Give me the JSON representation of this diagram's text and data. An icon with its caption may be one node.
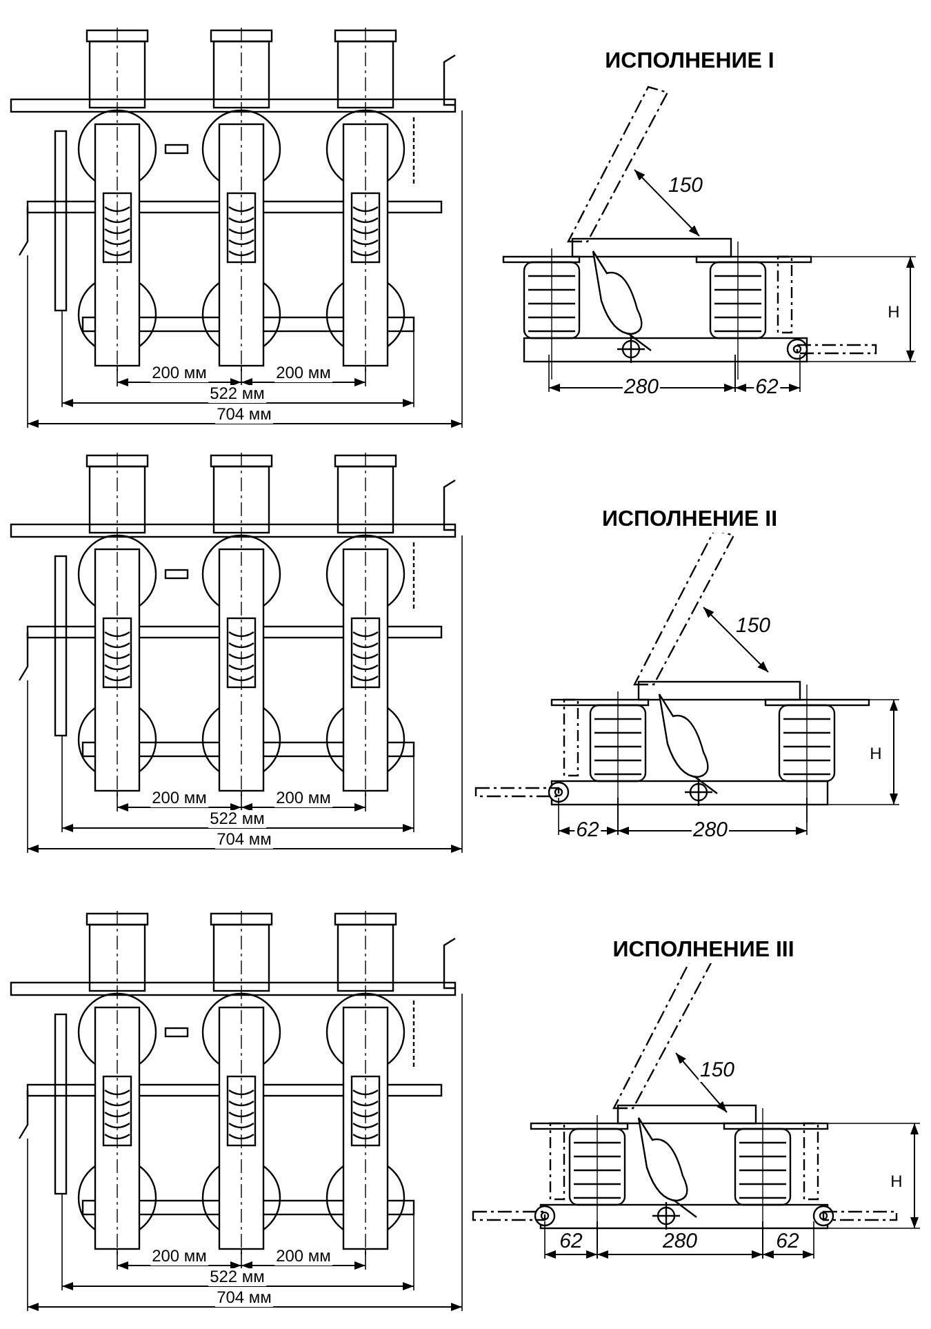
{
  "diagram": {
    "labels": [
      "ИСПОЛНЕНИЕ I",
      "150",
      "Н",
      "200 мм",
      "200 мм",
      "280",
      "62",
      "522 мм",
      "704 мм",
      "ИСПОЛНЕНИЕ II",
      "150",
      "Н",
      "200 мм",
      "200 мм",
      "62",
      "280",
      "522 мм",
      "704 мм",
      "ИСПОЛНЕНИЕ III",
      "150",
      "Н",
      "200 мм",
      "200 мм",
      "62",
      "280",
      "62",
      "522 мм",
      "704 мм"
    ]
  }
}
